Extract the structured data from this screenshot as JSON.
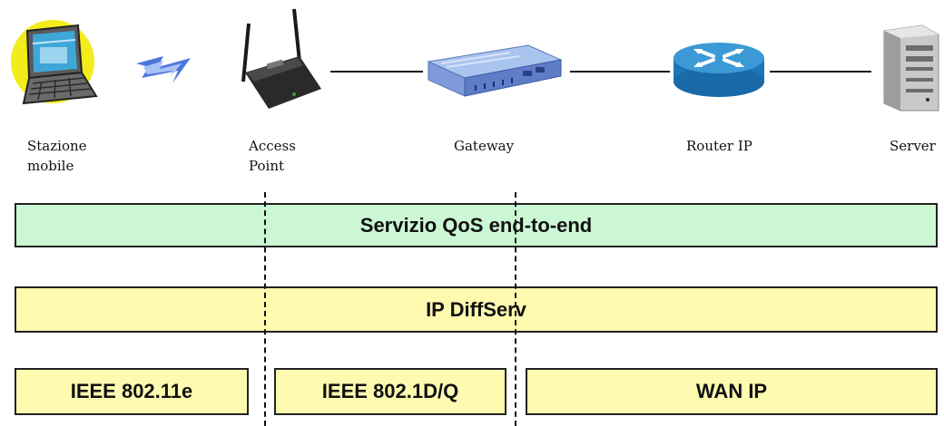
{
  "devices": {
    "mobile_station": "Stazione\nmobile",
    "access_point": "Access\nPoint",
    "gateway": "Gateway",
    "router": "Router IP",
    "server": "Server"
  },
  "bands": {
    "qos": "Servizio QoS end-to-end",
    "diffserv": "IP DiffServ",
    "ieee_80211e": "IEEE 802.11e",
    "ieee_8021dq": "IEEE 802.1D/Q",
    "wan_ip": "WAN IP"
  },
  "colors": {
    "qos_fill": "#ccf7d4",
    "diffserv_fill": "#fefab0",
    "access_fill": "#fefab0"
  },
  "icons": [
    "laptop-icon",
    "wireless-signal-icon",
    "access-point-icon",
    "gateway-icon",
    "router-icon",
    "server-icon"
  ]
}
